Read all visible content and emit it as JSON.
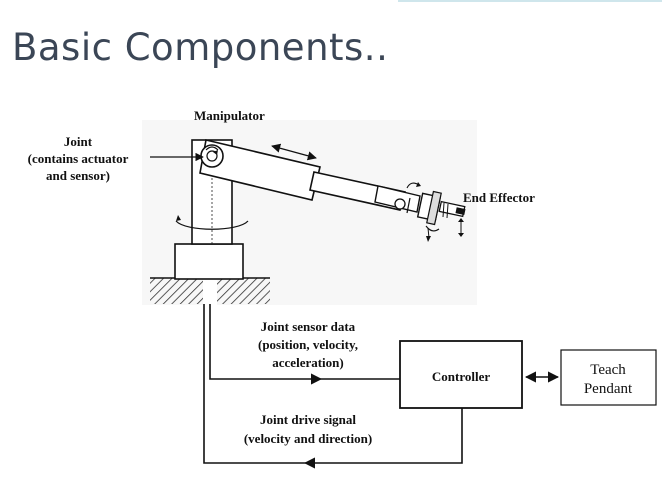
{
  "slide": {
    "title": "Basic Components.."
  },
  "diagram": {
    "manipulator_label": "Manipulator",
    "joint_label": [
      "Joint",
      "(contains actuator",
      "and sensor)"
    ],
    "end_effector_label": "End Effector",
    "sensor_data_label": [
      "Joint sensor data",
      "(position, velocity,",
      "acceleration)"
    ],
    "controller_label": "Controller",
    "teach_pendant_label": [
      "Teach",
      "Pendant"
    ],
    "drive_signal_label": [
      "Joint drive signal",
      "(velocity and direction)"
    ]
  }
}
